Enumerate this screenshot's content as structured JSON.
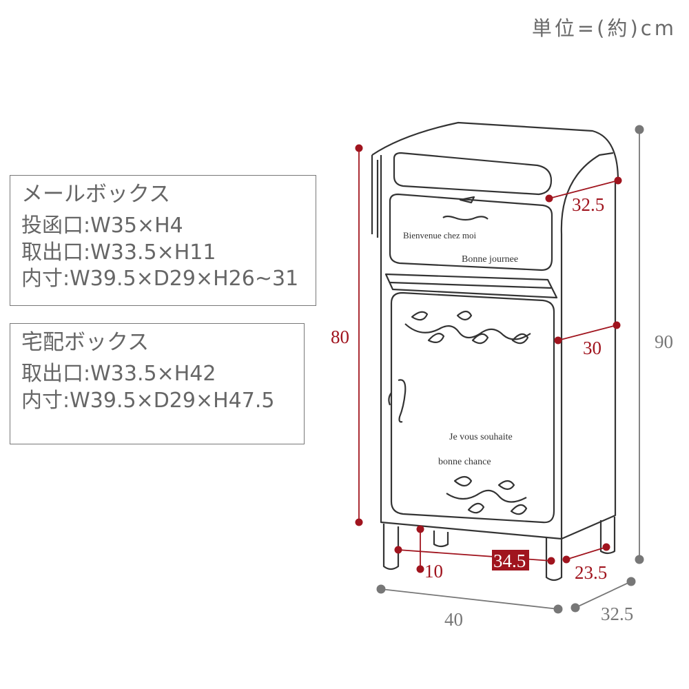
{
  "unit_label": "単位=(約)cm",
  "mail_box": {
    "title": "メールボックス",
    "lines": [
      "投函口:W35×H4",
      "取出口:W33.5×H11",
      "内寸:W39.5×D29×H26~31"
    ]
  },
  "delivery_box": {
    "title": "宅配ボックス",
    "lines": [
      "取出口:W33.5×H42",
      "内寸:W39.5×D29×H47.5"
    ]
  },
  "product_text": {
    "upper_line1": "Bienvenue chez moi",
    "upper_line2": "Bonne journee",
    "lower_line1": "Je vous souhaite",
    "lower_line2": "bonne chance"
  },
  "dimensions": {
    "total_height": "90",
    "body_height": "80",
    "upper_depth": "32.5",
    "mid_depth": "30",
    "width": "40",
    "depth": "32.5",
    "leg_span_width": "34.5",
    "leg_span_depth": "23.5",
    "leg_height": "10"
  },
  "colors": {
    "accent_red": "#a0141e",
    "dimension_gray": "#777777",
    "outline": "#333333"
  }
}
